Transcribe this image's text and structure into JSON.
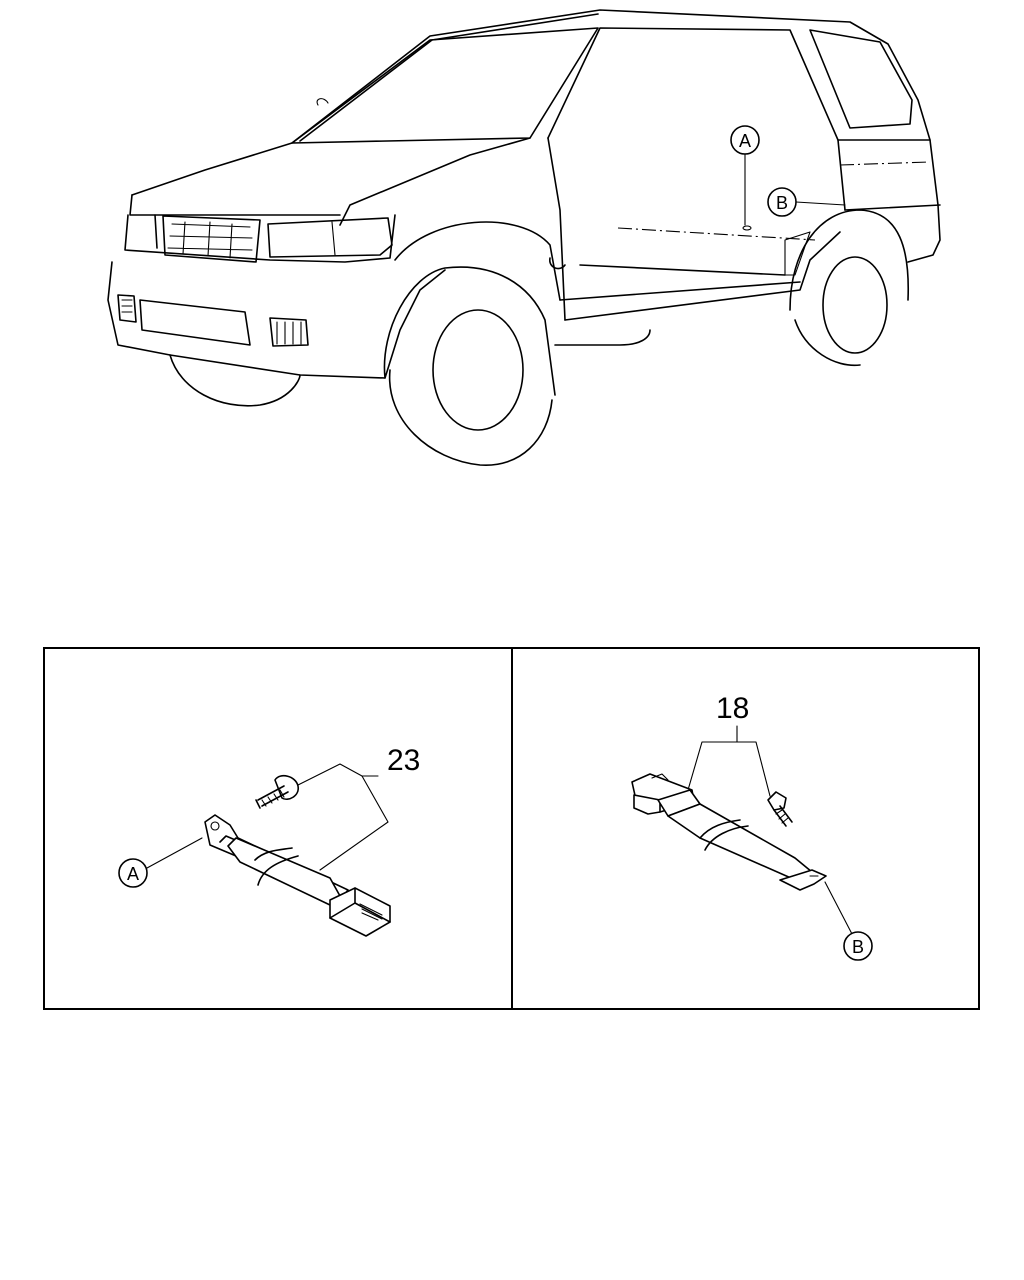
{
  "vehicle_callouts": {
    "a": "A",
    "b": "B"
  },
  "panel_left": {
    "part_number": "23",
    "callout": "A"
  },
  "panel_right": {
    "part_number": "18",
    "callout": "B"
  }
}
